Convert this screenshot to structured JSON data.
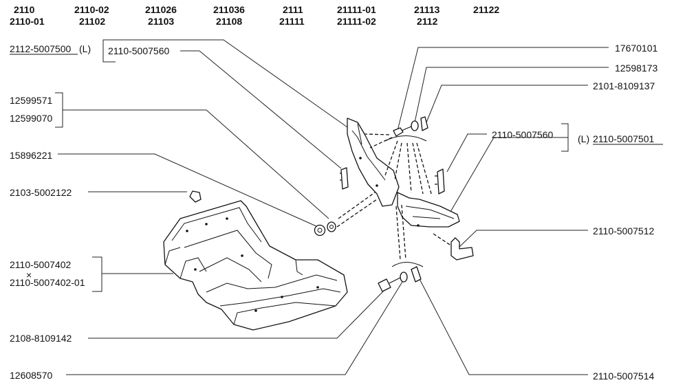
{
  "models": [
    {
      "top": "2110",
      "bottom": "2110-01"
    },
    {
      "top": "2110-02",
      "bottom": "21102"
    },
    {
      "top": "211026",
      "bottom": "21103"
    },
    {
      "top": "211036",
      "bottom": "21108"
    },
    {
      "top": "2111",
      "bottom": "21111"
    },
    {
      "top": "21111-01",
      "bottom": "21111-02"
    },
    {
      "top": "21113",
      "bottom": "2112"
    },
    {
      "top": "21122",
      "bottom": ""
    }
  ],
  "labels": {
    "assembly_left": "2112-5007500",
    "assembly_left_suffix": "(L)",
    "bracket_top": "2110-5007560",
    "clip_a": "12599571",
    "clip_b": "12599070",
    "nut": "15896221",
    "plug": "2103-5002122",
    "panel_a": "2110-5007402",
    "panel_b": "2110-5007402-01",
    "bolt": "2108-8109142",
    "washer": "12608570",
    "right_screw": "17670101",
    "right_washer": "12598173",
    "right_nut_clip": "2101-8109137",
    "right_bracket": "2110-5007560",
    "assembly_right_prefix": "(L)",
    "assembly_right": "2110-5007501",
    "right_lower_bracket": "2110-5007512",
    "right_bottom_clip": "2110-5007514"
  },
  "crossed_mark": "×"
}
